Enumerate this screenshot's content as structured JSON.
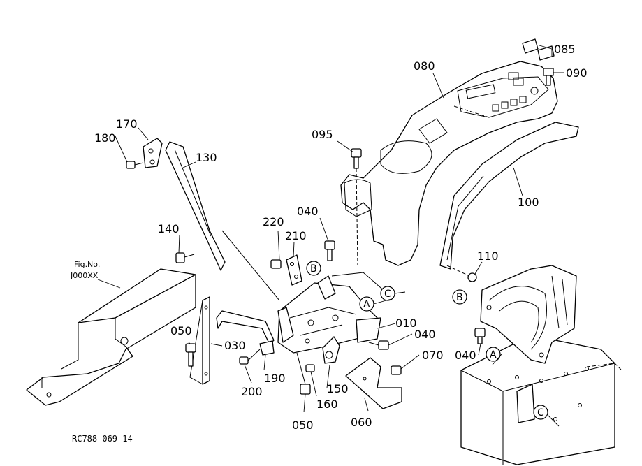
{
  "callouts": [
    "010",
    "030",
    "040",
    "050",
    "060",
    "070",
    "080",
    "085",
    "090",
    "095",
    "100",
    "110",
    "130",
    "140",
    "150",
    "160",
    "170",
    "180",
    "190",
    "200",
    "210",
    "220"
  ],
  "ref_letters": [
    "A",
    "B",
    "C"
  ],
  "fig_reference": {
    "line1": "Fig.No.",
    "line2": "J000XX"
  },
  "drawing_code": "RC788-069-14"
}
